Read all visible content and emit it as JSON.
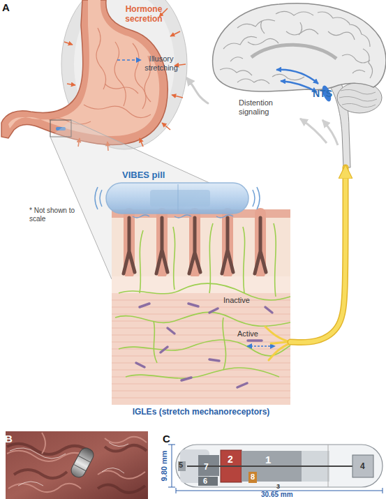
{
  "diagram": {
    "nodes": [
      {
        "text": [
          "Hormone secretion",
          "Illusory stretching"
        ]
      },
      {
        "text": [
          "NTS"
        ]
      },
      {
        "text": [
          "VIBES pill"
        ]
      },
      {
        "text": [
          "Inactive",
          "Active",
          "IGLEs (stretch mechanoreceptors)"
        ]
      }
    ],
    "edges": [
      {
        "from": 3,
        "to": 1,
        "arrow": "to"
      },
      {
        "from": 1,
        "to": 0,
        "label": "Distention signaling",
        "arrow": "to"
      }
    ],
    "labels": [
      "A",
      "* Not shown to scale",
      "B",
      "C",
      "5",
      "7",
      "6",
      "2",
      "1",
      "8",
      "4",
      "3",
      "9.80 mm",
      "30.65 mm"
    ]
  }
}
